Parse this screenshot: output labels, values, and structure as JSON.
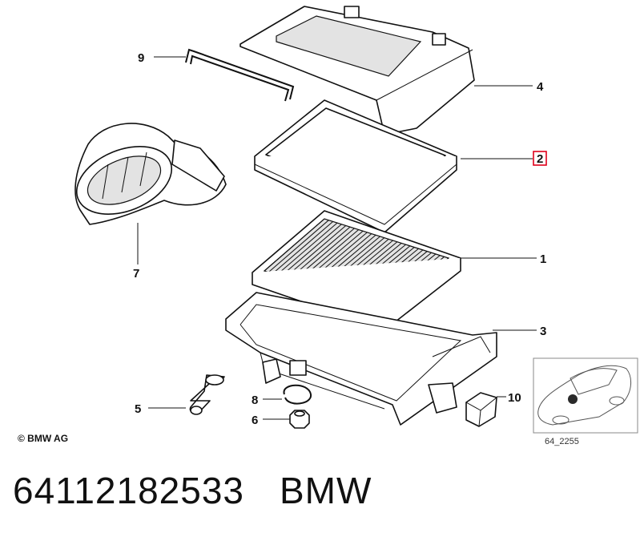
{
  "diagram": {
    "callouts": {
      "p1": "1",
      "p2": "2",
      "p3": "3",
      "p4": "4",
      "p5": "5",
      "p6": "6",
      "p7": "7",
      "p8": "8",
      "p9": "9",
      "p10": "10"
    },
    "highlight_color": "#e0001a",
    "inset_code": "64_2255"
  },
  "copyright": "© BMW AG",
  "footer": {
    "part_number": "64112182533",
    "brand": "BMW"
  }
}
